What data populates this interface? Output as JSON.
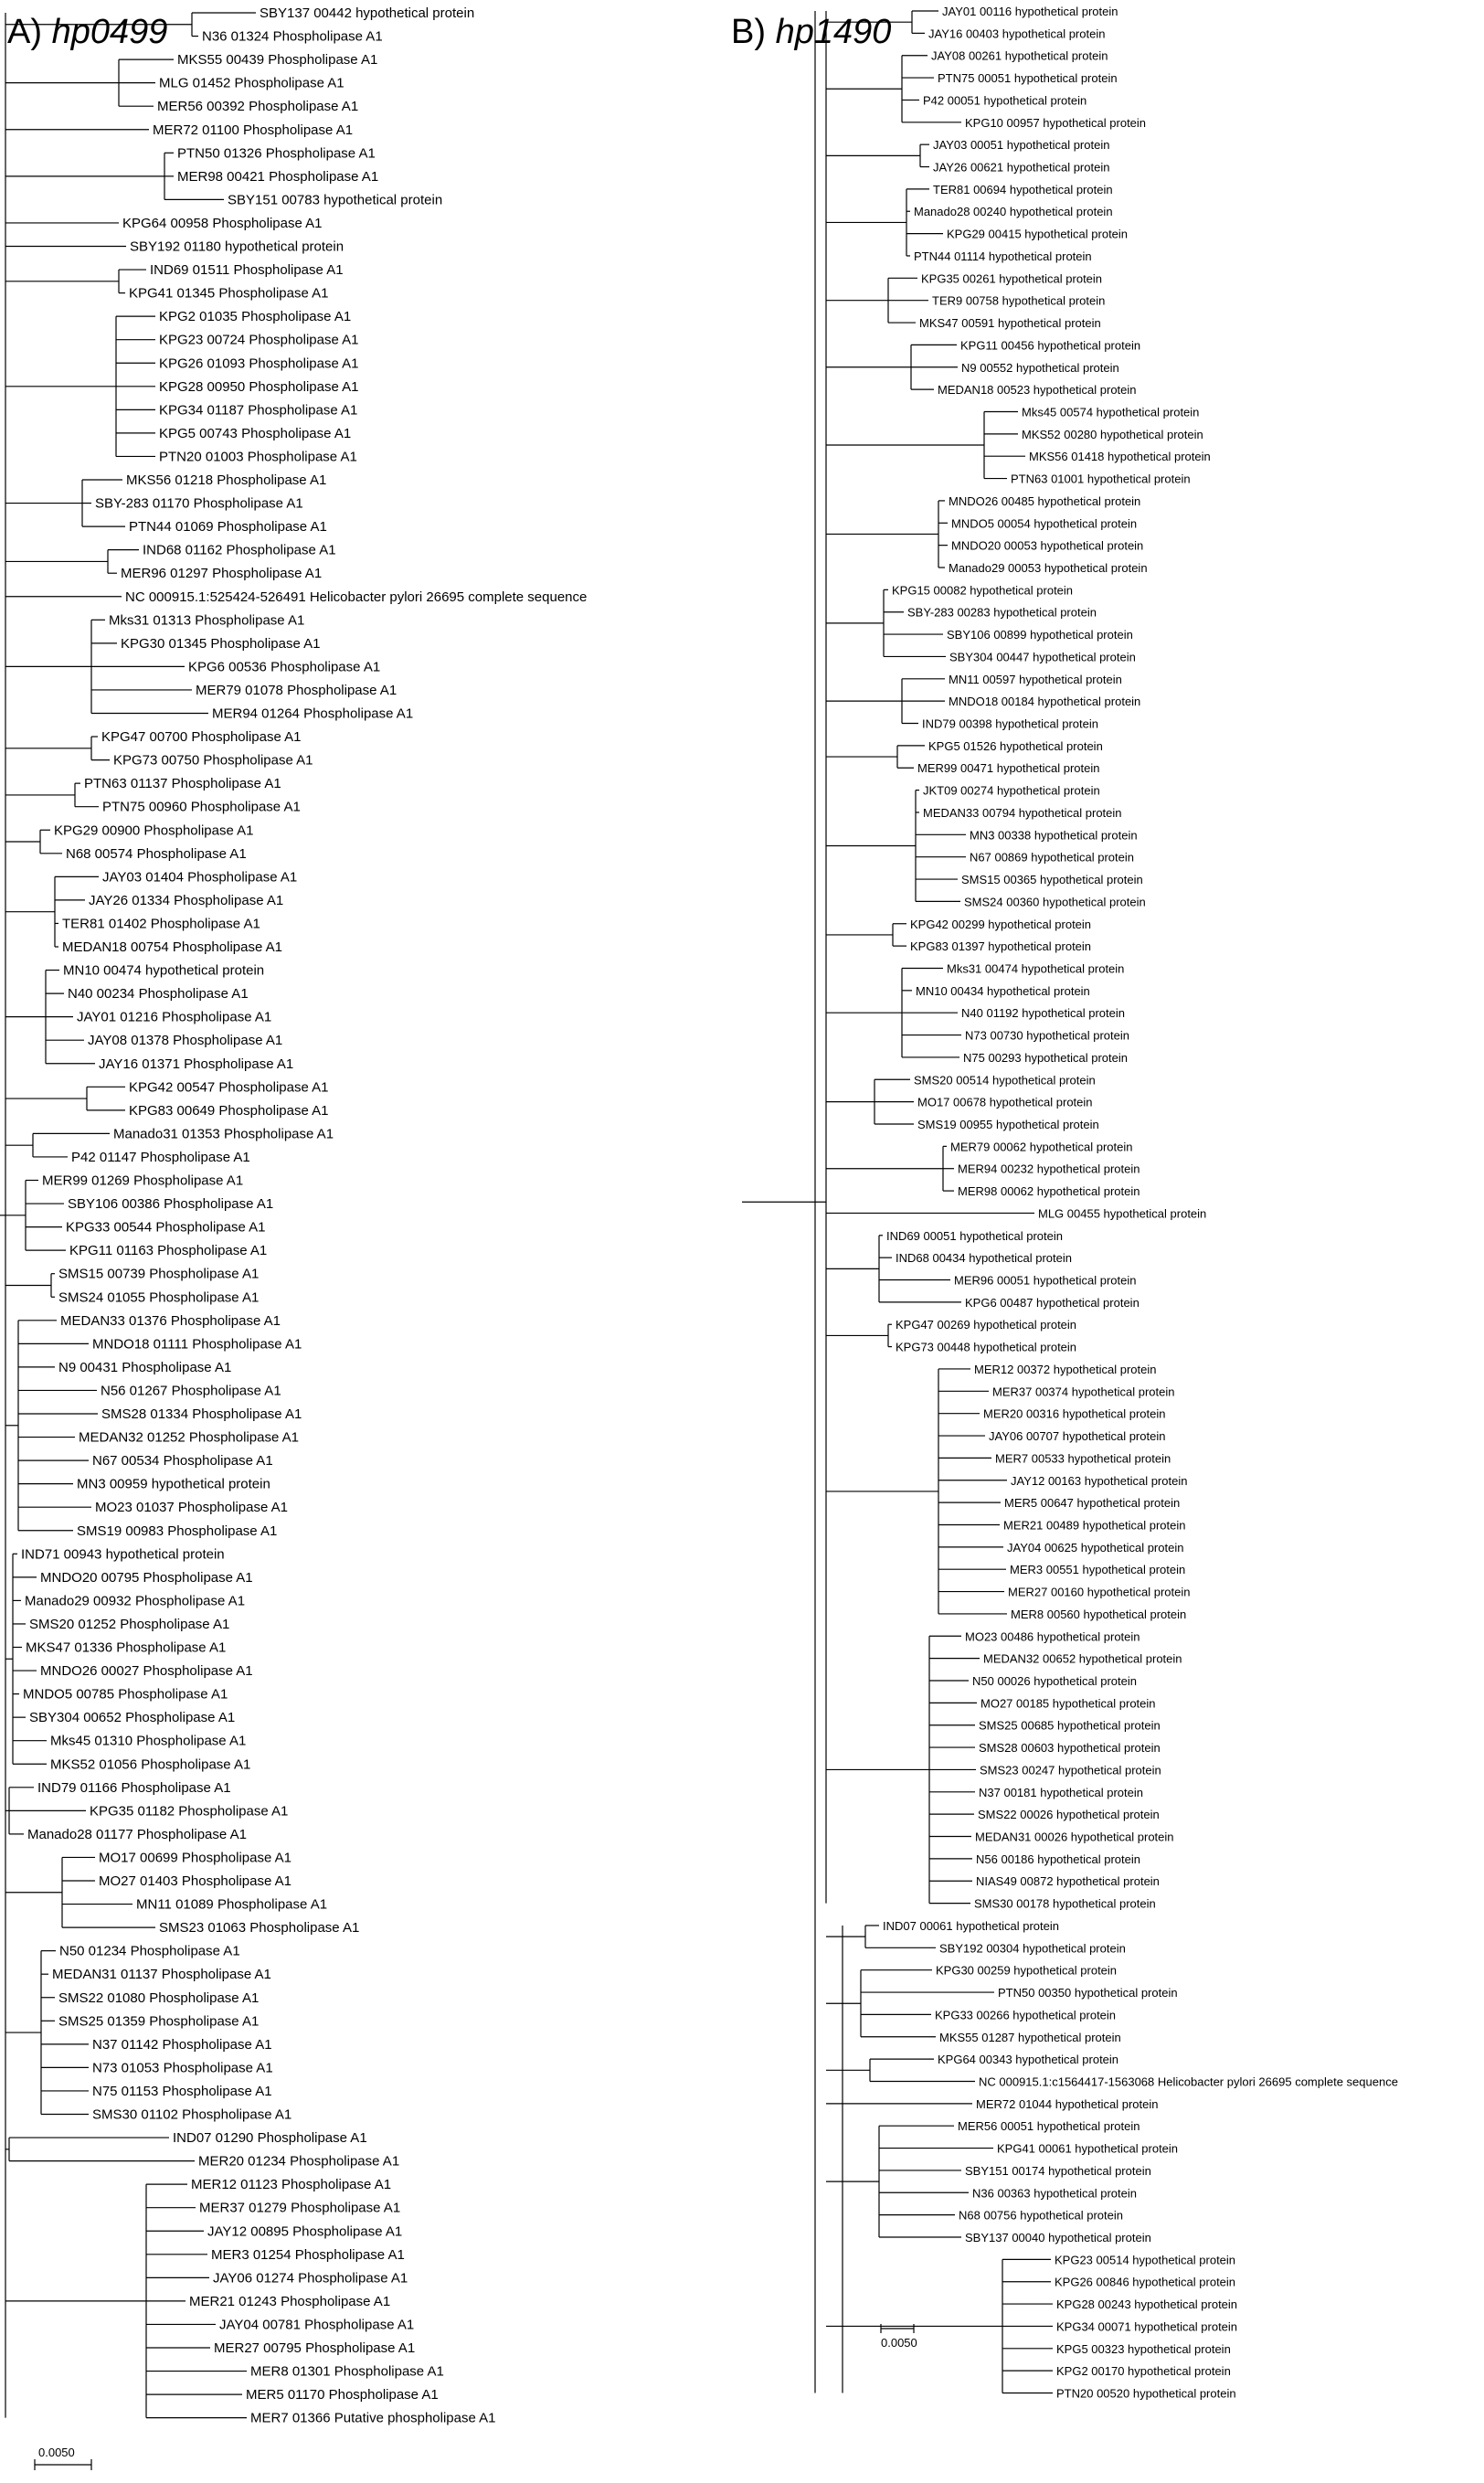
{
  "panel_a": {
    "title_prefix": "A)",
    "title_gene": "hp0499",
    "scale_label": "0.0050",
    "leaves": [
      "SBY137 00442 hypothetical protein",
      "N36 01324 Phospholipase A1",
      "MKS55 00439 Phospholipase A1",
      "MLG 01452 Phospholipase A1",
      "MER56 00392 Phospholipase A1",
      "MER72 01100 Phospholipase A1",
      "PTN50 01326 Phospholipase A1",
      "MER98 00421 Phospholipase A1",
      "SBY151 00783 hypothetical protein",
      "KPG64 00958 Phospholipase A1",
      "SBY192 01180 hypothetical protein",
      "IND69 01511 Phospholipase A1",
      "KPG41 01345 Phospholipase A1",
      "KPG2 01035 Phospholipase A1",
      "KPG23 00724 Phospholipase A1",
      "KPG26 01093 Phospholipase A1",
      "KPG28 00950 Phospholipase A1",
      "KPG34 01187 Phospholipase A1",
      "KPG5 00743 Phospholipase A1",
      "PTN20 01003 Phospholipase A1",
      "MKS56 01218 Phospholipase A1",
      "SBY-283 01170 Phospholipase A1",
      "PTN44 01069 Phospholipase A1",
      "IND68 01162 Phospholipase A1",
      "MER96 01297 Phospholipase A1",
      "NC 000915.1:525424-526491 Helicobacter pylori 26695 complete sequence",
      "Mks31 01313 Phospholipase A1",
      "KPG30 01345 Phospholipase A1",
      "KPG6 00536 Phospholipase A1",
      "MER79 01078 Phospholipase A1",
      "MER94 01264 Phospholipase A1",
      "KPG47 00700 Phospholipase A1",
      "KPG73 00750 Phospholipase A1",
      "PTN63 01137 Phospholipase A1",
      "PTN75 00960 Phospholipase A1",
      "KPG29 00900 Phospholipase A1",
      "N68 00574 Phospholipase A1",
      "JAY03 01404 Phospholipase A1",
      "JAY26 01334 Phospholipase A1",
      "TER81 01402 Phospholipase A1",
      "MEDAN18 00754 Phospholipase A1",
      "MN10 00474 hypothetical protein",
      "N40 00234 Phospholipase A1",
      "JAY01 01216 Phospholipase A1",
      "JAY08 01378 Phospholipase A1",
      "JAY16 01371 Phospholipase A1",
      "KPG42 00547 Phospholipase A1",
      "KPG83 00649 Phospholipase A1",
      "Manado31 01353 Phospholipase A1",
      "P42 01147 Phospholipase A1",
      "MER99 01269 Phospholipase A1",
      "SBY106 00386 Phospholipase A1",
      "KPG33 00544 Phospholipase A1",
      "KPG11 01163 Phospholipase A1",
      "SMS15 00739 Phospholipase A1",
      "SMS24 01055 Phospholipase A1",
      "MEDAN33 01376 Phospholipase A1",
      "MNDO18 01111 Phospholipase A1",
      "N9 00431 Phospholipase A1",
      "N56 01267 Phospholipase A1",
      "SMS28 01334 Phospholipase A1",
      "MEDAN32 01252 Phospholipase A1",
      "N67 00534 Phospholipase A1",
      "MN3 00959 hypothetical protein",
      "MO23 01037 Phospholipase A1",
      "SMS19 00983 Phospholipase A1",
      "IND71 00943 hypothetical protein",
      "MNDO20 00795 Phospholipase A1",
      "Manado29 00932 Phospholipase A1",
      "SMS20 01252 Phospholipase A1",
      "MKS47 01336 Phospholipase A1",
      "MNDO26 00027 Phospholipase A1",
      "MNDO5 00785 Phospholipase A1",
      "SBY304 00652 Phospholipase A1",
      "Mks45 01310 Phospholipase A1",
      "MKS52 01056 Phospholipase A1",
      "IND79 01166 Phospholipase A1",
      "KPG35 01182 Phospholipase A1",
      "Manado28 01177 Phospholipase A1",
      "MO17 00699 Phospholipase A1",
      "MO27 01403 Phospholipase A1",
      "MN11 01089 Phospholipase A1",
      "SMS23 01063 Phospholipase A1",
      "N50 01234 Phospholipase A1",
      "MEDAN31 01137 Phospholipase A1",
      "SMS22 01080 Phospholipase A1",
      "SMS25 01359 Phospholipase A1",
      "N37 01142 Phospholipase A1",
      "N73 01053 Phospholipase A1",
      "N75 01153 Phospholipase A1",
      "SMS30 01102 Phospholipase A1",
      "IND07 01290 Phospholipase A1",
      "MER20 01234 Phospholipase A1",
      "MER12 01123 Phospholipase A1",
      "MER37 01279 Phospholipase A1",
      "JAY12 00895 Phospholipase A1",
      "MER3 01254 Phospholipase A1",
      "JAY06 01274 Phospholipase A1",
      "MER21 01243 Phospholipase A1",
      "JAY04 00781 Phospholipase A1",
      "MER27 00795 Phospholipase A1",
      "MER8 01301 Phospholipase A1",
      "MER5 01170 Phospholipase A1",
      "MER7 01366 Putative phospholipase A1"
    ]
  },
  "panel_b": {
    "title_prefix": "B)",
    "title_gene": "hp1490",
    "scale_label": "0.0050",
    "leaves": [
      "JAY01 00116 hypothetical protein",
      "JAY16 00403 hypothetical protein",
      "JAY08 00261 hypothetical protein",
      "PTN75 00051 hypothetical protein",
      "P42 00051 hypothetical protein",
      "KPG10 00957 hypothetical protein",
      "JAY03 00051 hypothetical protein",
      "JAY26 00621 hypothetical protein",
      "TER81 00694 hypothetical protein",
      "Manado28 00240 hypothetical protein",
      "KPG29 00415 hypothetical protein",
      "PTN44 01114 hypothetical protein",
      "KPG35 00261 hypothetical protein",
      "TER9 00758 hypothetical protein",
      "MKS47 00591 hypothetical protein",
      "KPG11 00456 hypothetical protein",
      "N9 00552 hypothetical protein",
      "MEDAN18 00523 hypothetical protein",
      "Mks45 00574 hypothetical protein",
      "MKS52 00280 hypothetical protein",
      "MKS56 01418 hypothetical protein",
      "PTN63 01001 hypothetical protein",
      "MNDO26 00485 hypothetical protein",
      "MNDO5 00054 hypothetical protein",
      "MNDO20 00053 hypothetical protein",
      "Manado29 00053 hypothetical protein",
      "KPG15 00082 hypothetical protein",
      "SBY-283 00283 hypothetical protein",
      "SBY106 00899 hypothetical protein",
      "SBY304 00447 hypothetical protein",
      "MN11 00597 hypothetical protein",
      "MNDO18 00184 hypothetical protein",
      "IND79 00398 hypothetical protein",
      "KPG5 01526 hypothetical protein",
      "MER99 00471 hypothetical protein",
      "JKT09 00274 hypothetical protein",
      "MEDAN33 00794 hypothetical protein",
      "MN3 00338 hypothetical protein",
      "N67 00869 hypothetical protein",
      "SMS15 00365 hypothetical protein",
      "SMS24 00360 hypothetical protein",
      "KPG42 00299 hypothetical protein",
      "KPG83 01397 hypothetical protein",
      "Mks31 00474 hypothetical protein",
      "MN10 00434 hypothetical protein",
      "N40 01192 hypothetical protein",
      "N73 00730 hypothetical protein",
      "N75 00293 hypothetical protein",
      "SMS20 00514 hypothetical protein",
      "MO17 00678 hypothetical protein",
      "SMS19 00955 hypothetical protein",
      "MER79 00062 hypothetical protein",
      "MER94 00232 hypothetical protein",
      "MER98 00062 hypothetical protein",
      "MLG 00455 hypothetical protein",
      "IND69 00051 hypothetical protein",
      "IND68 00434 hypothetical protein",
      "MER96 00051 hypothetical protein",
      "KPG6 00487 hypothetical protein",
      "KPG47 00269 hypothetical protein",
      "KPG73 00448 hypothetical protein",
      "MER12 00372 hypothetical protein",
      "MER37 00374 hypothetical protein",
      "MER20 00316 hypothetical protein",
      "JAY06 00707 hypothetical protein",
      "MER7 00533 hypothetical protein",
      "JAY12 00163 hypothetical protein",
      "MER5 00647 hypothetical protein",
      "MER21 00489 hypothetical protein",
      "JAY04 00625 hypothetical protein",
      "MER3 00551 hypothetical protein",
      "MER27 00160 hypothetical protein",
      "MER8 00560 hypothetical protein",
      "MO23 00486 hypothetical protein",
      "MEDAN32 00652 hypothetical protein",
      "N50 00026 hypothetical protein",
      "MO27 00185 hypothetical protein",
      "SMS25 00685 hypothetical protein",
      "SMS28 00603 hypothetical protein",
      "SMS23 00247 hypothetical protein",
      "N37 00181 hypothetical protein",
      "SMS22 00026 hypothetical protein",
      "MEDAN31 00026 hypothetical protein",
      "N56 00186 hypothetical protein",
      "NIAS49 00872 hypothetical protein",
      "SMS30 00178 hypothetical protein",
      "IND07 00061 hypothetical protein",
      "SBY192 00304 hypothetical protein",
      "KPG30 00259 hypothetical protein",
      "PTN50 00350 hypothetical protein",
      "KPG33 00266 hypothetical protein",
      "MKS55 01287 hypothetical protein",
      "KPG64 00343 hypothetical protein",
      "NC 000915.1:c1564417-1563068 Helicobacter pylori 26695 complete sequence",
      "MER72 01044 hypothetical protein",
      "MER56 00051 hypothetical protein",
      "KPG41 00061 hypothetical protein",
      "SBY151 00174 hypothetical protein",
      "N36 00363 hypothetical protein",
      "N68 00756 hypothetical protein",
      "SBY137 00040 hypothetical protein",
      "KPG23 00514 hypothetical protein",
      "KPG26 00846 hypothetical protein",
      "KPG28 00243 hypothetical protein",
      "KPG34 00071 hypothetical protein",
      "KPG5 00323 hypothetical protein",
      "KPG2 00170 hypothetical protein",
      "PTN20 00520 hypothetical protein"
    ]
  }
}
